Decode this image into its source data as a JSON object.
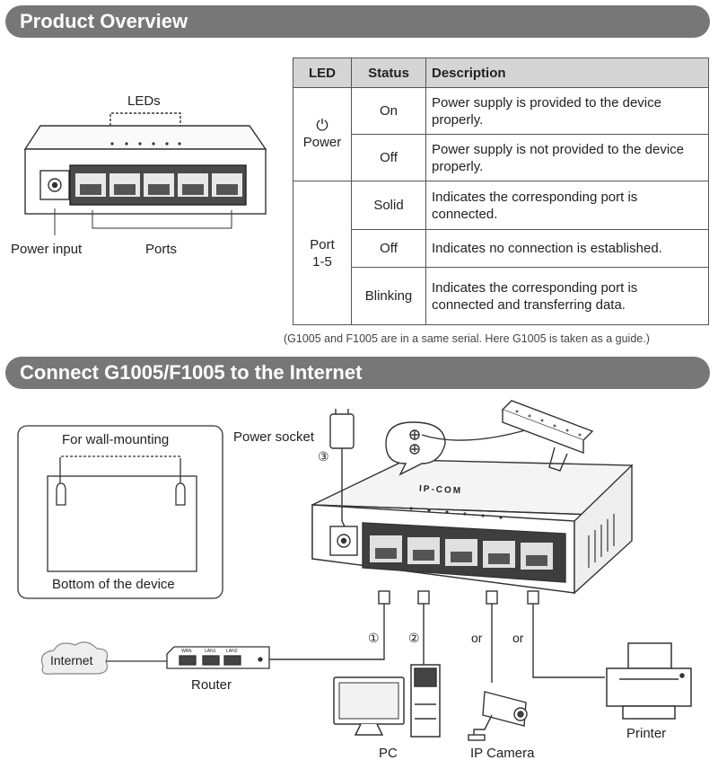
{
  "sections": {
    "overview_title": "Product Overview",
    "connect_title": "Connect G1005/F1005 to the Internet"
  },
  "overview": {
    "leds_label": "LEDs",
    "power_input_label": "Power input",
    "ports_label": "Ports"
  },
  "led_table": {
    "headers": [
      "LED",
      "Status",
      "Description"
    ],
    "power": {
      "name": "Power",
      "icon": "power-icon",
      "rows": [
        {
          "status": "On",
          "description": "Power supply is provided to the device properly."
        },
        {
          "status": "Off",
          "description": "Power supply is not provided to the device properly."
        }
      ]
    },
    "port": {
      "name_line1": "Port",
      "name_line2": "1-5",
      "rows": [
        {
          "status": "Solid",
          "description": "Indicates the corresponding port is connected."
        },
        {
          "status": "Off",
          "description": "Indicates no connection is established."
        },
        {
          "status": "Blinking",
          "description": "Indicates the corresponding port is connected and transferring data."
        }
      ]
    },
    "note": "(G1005 and F1005 are in a same serial. Here G1005 is taken as a guide.)"
  },
  "connect": {
    "wall_mount_title": "For wall-mounting",
    "bottom_caption": "Bottom of the device",
    "power_socket_label": "Power socket",
    "step3": "③",
    "step1": "①",
    "step2": "②",
    "or1": "or",
    "or2": "or",
    "brand": "IP-COM",
    "internet_label": "Internet",
    "router_label": "Router",
    "router_ports": [
      "WAN",
      "LAN1",
      "LAN2"
    ],
    "pc_label": "PC",
    "camera_label": "IP Camera",
    "printer_label": "Printer"
  }
}
